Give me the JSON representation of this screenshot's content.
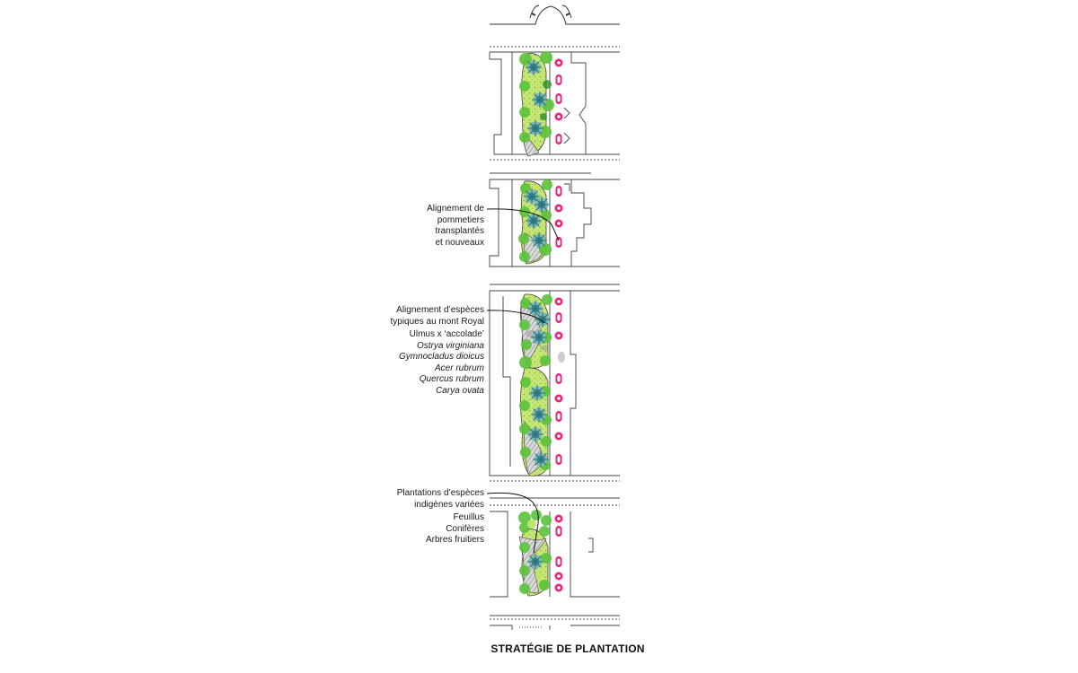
{
  "title": "STRATÉGIE DE PLANTATION",
  "annotations": {
    "apple_alignment": [
      "Alignement de",
      "pommetiers",
      "transplantés",
      "et nouveaux"
    ],
    "mont_royal": {
      "heading": [
        "Alignement d’espèces",
        "typiques au mont Royal"
      ],
      "species": [
        "Ulmus x ‘accolade’",
        "Ostrya virginiana",
        "Gymnocladus dioicus",
        "Acer rubrum",
        "Quercus rubrum",
        "Carya ovata"
      ]
    },
    "native_plantings": {
      "heading": [
        "Plantations d’espèces",
        "indigènes variées"
      ],
      "categories": [
        "Feuillus",
        "Conifères",
        "Arbres fruitiers"
      ]
    }
  },
  "colors": {
    "light_green": "#bfe36b",
    "tree_green": "#5cc33a",
    "tree_dark": "#2f8f2a",
    "blue_tree": "#3d8f96",
    "pink": "#e5257c",
    "line": "#333333",
    "gray": "#9a9a9a"
  }
}
